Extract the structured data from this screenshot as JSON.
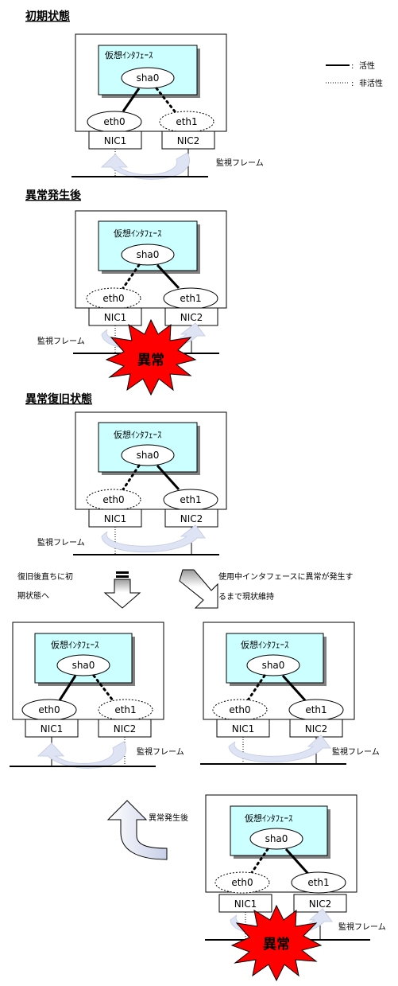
{
  "legend": {
    "active": "活性",
    "inactive": "非活性"
  },
  "stages": {
    "initial": {
      "heading": "初期状態",
      "virtual_interface": "仮想ｲﾝﾀﾌｪｰｽ",
      "sha0": "sha0",
      "eth0": "eth0",
      "eth1": "eth1",
      "nic1": "NIC1",
      "nic2": "NIC2",
      "monitor_frame": "監視フレーム"
    },
    "after_failure": {
      "heading": "異常発生後",
      "virtual_interface": "仮想ｲﾝﾀﾌｪｰｽ",
      "sha0": "sha0",
      "eth0": "eth0",
      "eth1": "eth1",
      "nic1": "NIC1",
      "nic2": "NIC2",
      "monitor_frame": "監視フレーム",
      "error": "異常"
    },
    "recovered": {
      "heading": "異常復旧状態",
      "virtual_interface": "仮想ｲﾝﾀﾌｪｰｽ",
      "sha0": "sha0",
      "eth0": "eth0",
      "eth1": "eth1",
      "nic1": "NIC1",
      "nic2": "NIC2",
      "monitor_frame": "監視フレーム"
    },
    "revert": {
      "virtual_interface": "仮想ｲﾝﾀﾌｪｰｽ",
      "sha0": "sha0",
      "eth0": "eth0",
      "eth1": "eth1",
      "nic1": "NIC1",
      "nic2": "NIC2",
      "monitor_frame": "監視フレーム"
    },
    "keep": {
      "virtual_interface": "仮想ｲﾝﾀﾌｪｰｽ",
      "sha0": "sha0",
      "eth0": "eth0",
      "eth1": "eth1",
      "nic1": "NIC1",
      "nic2": "NIC2",
      "monitor_frame": "監視フレーム"
    },
    "second_failure": {
      "virtual_interface": "仮想ｲﾝﾀﾌｪｰｽ",
      "sha0": "sha0",
      "eth0": "eth0",
      "eth1": "eth1",
      "nic1": "NIC1",
      "nic2": "NIC2",
      "monitor_frame": "監視フレーム",
      "error": "異常"
    }
  },
  "transitions": {
    "revert_line1": "復旧後直ちに初",
    "revert_line2": "期状態へ",
    "keep_line1": "使用中インタフェースに異常が発生す",
    "keep_line2": "るまで現状維持",
    "on_failure": "異常発生後"
  },
  "colors": {
    "virtual_box": "#ccffff",
    "box_shadow": "#808080",
    "error_fill": "#ff0000",
    "flow_arrow": "#dfe4f4",
    "line": "#000000"
  }
}
